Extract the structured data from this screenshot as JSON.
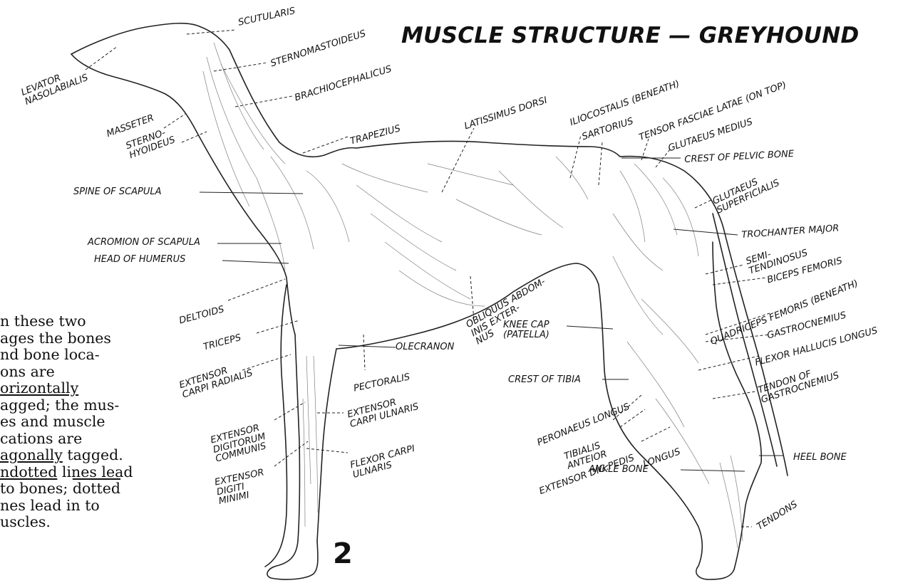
{
  "title": "MUSCLE STRUCTURE — GREYHOUND",
  "figure_number": "2",
  "note": {
    "lines": [
      {
        "pre": "n these two",
        "mark": "",
        "post": ""
      },
      {
        "pre": "ages the bones",
        "mark": "",
        "post": ""
      },
      {
        "pre": "nd bone loca-",
        "mark": "",
        "post": ""
      },
      {
        "pre": "ons are",
        "mark": "",
        "post": ""
      },
      {
        "pre": "",
        "mark": "orizontally",
        "post": ""
      },
      {
        "pre": "agged; the mus-",
        "mark": "",
        "post": ""
      },
      {
        "pre": "es and muscle",
        "mark": "",
        "post": ""
      },
      {
        "pre": "cations are",
        "mark": "",
        "post": ""
      },
      {
        "pre": "",
        "mark": "agonally",
        "post": " tagged."
      },
      {
        "pre": "",
        "mark": "ndotted",
        "post": " lines lead"
      },
      {
        "pre": " to  bones; ",
        "mark": "dotted",
        "post": ""
      },
      {
        "pre": "nes  lead in to",
        "mark": "",
        "post": ""
      },
      {
        "pre": "uscles.",
        "mark": "",
        "post": ""
      }
    ]
  },
  "labels": {
    "scutularis": "SCUTULARIS",
    "sternomastoideus": "STERNOMASTOIDEUS",
    "levator_1": "LEVATOR",
    "levator_2": "NASOLABIALIS",
    "brachiocephalicus": "BRACHIOCEPHALICUS",
    "masseter": "MASSETER",
    "sternohyoideus_1": "STERNO-",
    "sternohyoideus_2": "HYOIDEUS",
    "trapezius": "TRAPEZIUS",
    "latissimus": "LATISSIMUS DORSI",
    "iliocostalis": "ILIOCOSTALIS (BENEATH)",
    "sartorius": "SARTORIUS",
    "tensor": "TENSOR FASCIAE LATAE (ON TOP)",
    "glut_medius": "GLUTAEUS MEDIUS",
    "crest_pelvic": "CREST OF PELVIC BONE",
    "spine_scapula": "SPINE OF SCAPULA",
    "glut_superficialis_1": "GLUTAEUS",
    "glut_superficialis_2": "SUPERFICIALIS",
    "acromion": "ACROMION OF SCAPULA",
    "trochanter": "TROCHANTER MAJOR",
    "head_humerus": "HEAD OF HUMERUS",
    "semitendinosus_1": "SEMI-",
    "semitendinosus_2": "TENDINOSUS",
    "biceps": "BICEPS FEMORIS",
    "deltoids": "DELTOIDS",
    "obliquus_1": "OBLIQUUS ABDOM-",
    "obliquus_2": "INIS EXTER-",
    "obliquus_3": "NUS",
    "quadriceps": "QUADRICEPS FEMORIS (BENEATH)",
    "gastrocnemius": "GASTROCNEMIUS",
    "knee_cap_1": "KNEE CAP",
    "knee_cap_2": "(PATELLA)",
    "triceps": "TRICEPS",
    "flexor_hallucis": "FLEXOR HALLUCIS LONGUS",
    "olecranon": "OLECRANON",
    "ext_carpi_radialis_1": "EXTENSOR",
    "ext_carpi_radialis_2": "CARPI RADIALIS",
    "pectoralis": "PECTORALIS",
    "crest_tibia": "CREST OF TIBIA",
    "tendon_gastro_1": "TENDON OF",
    "tendon_gastro_2": "GASTROCNEMIUS",
    "ext_carpi_ulnaris_1": "EXTENSOR",
    "ext_carpi_ulnaris_2": "CARPI ULNARIS",
    "ext_dig_communis_1": "EXTENSOR",
    "ext_dig_communis_2": "DIGITORUM",
    "ext_dig_communis_3": "COMMUNIS",
    "peronaeus": "PERONAEUS LONGUS",
    "tibialis_1": "TIBIALIS",
    "tibialis_2": "ANTEIOR",
    "flexor_carpi_1": "FLEXOR CARPI",
    "flexor_carpi_2": "ULNARIS",
    "ext_dig_pedis_1": "EXTENSOR DIG.PEDIS",
    "ext_dig_pedis_2": "LONGUS",
    "heel_bone": "HEEL BONE",
    "ext_digiti_1": "EXTENSOR",
    "ext_digiti_2": "DIGITI",
    "ext_digiti_3": "MINIMI",
    "ankle_bone": "ANKLE BONE",
    "tendons": "TENDONS"
  }
}
